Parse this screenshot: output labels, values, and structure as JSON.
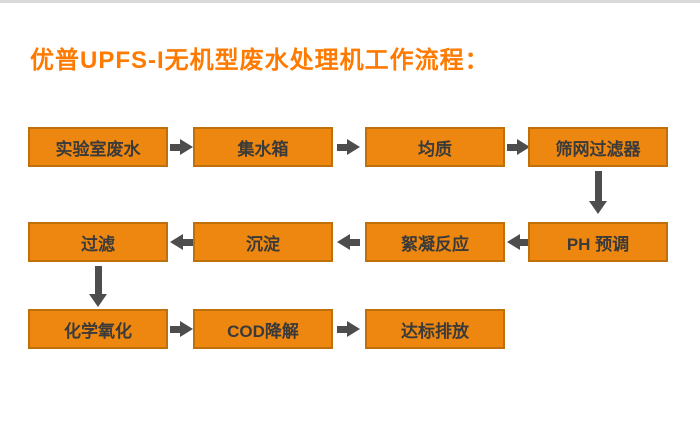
{
  "page": {
    "title": "优普UPFS-I无机型废水处理机工作流程："
  },
  "colors": {
    "title": "#ff7a00",
    "box_fill": "#ee870f",
    "box_border": "#bf700a",
    "box_text": "#3a3a3a",
    "arrow": "#4d4d4d",
    "top_divider": "#d9d9d9",
    "background": "#ffffff"
  },
  "flow": {
    "rows": [
      {
        "direction": "right",
        "boxes": [
          "实验室废水",
          "集水箱",
          "均质",
          "筛网过滤器"
        ]
      },
      {
        "direction": "left",
        "boxes": [
          "过滤",
          "沉淀",
          "絮凝反应",
          "PH 预调"
        ]
      },
      {
        "direction": "right",
        "boxes": [
          "化学氧化",
          "COD降解",
          "达标排放"
        ]
      }
    ]
  }
}
